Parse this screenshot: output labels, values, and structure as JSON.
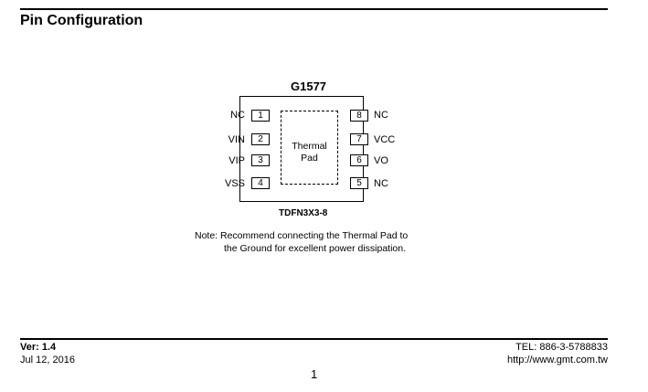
{
  "header": {
    "title": "Pin Configuration"
  },
  "diagram": {
    "part_number": "G1577",
    "thermal_pad": [
      "Thermal",
      "Pad"
    ],
    "package_code": "TDFN3X3-8",
    "left_pins": [
      {
        "name": "NC",
        "number": "1"
      },
      {
        "name": "VIN",
        "number": "2"
      },
      {
        "name": "VIP",
        "number": "3"
      },
      {
        "name": "VSS",
        "number": "4"
      }
    ],
    "right_pins": [
      {
        "name": "NC",
        "number": "8"
      },
      {
        "name": "VCC",
        "number": "7"
      },
      {
        "name": "VO",
        "number": "6"
      },
      {
        "name": "NC",
        "number": "5"
      }
    ]
  },
  "note": {
    "line1": "Note: Recommend connecting the Thermal Pad to",
    "line2": "the Ground for excellent power dissipation."
  },
  "footer": {
    "version": "Ver: 1.4",
    "date": "Jul 12, 2016",
    "tel": "TEL: 886-3-5788833",
    "url": "http://www.gmt.com.tw",
    "page_number": "1"
  }
}
